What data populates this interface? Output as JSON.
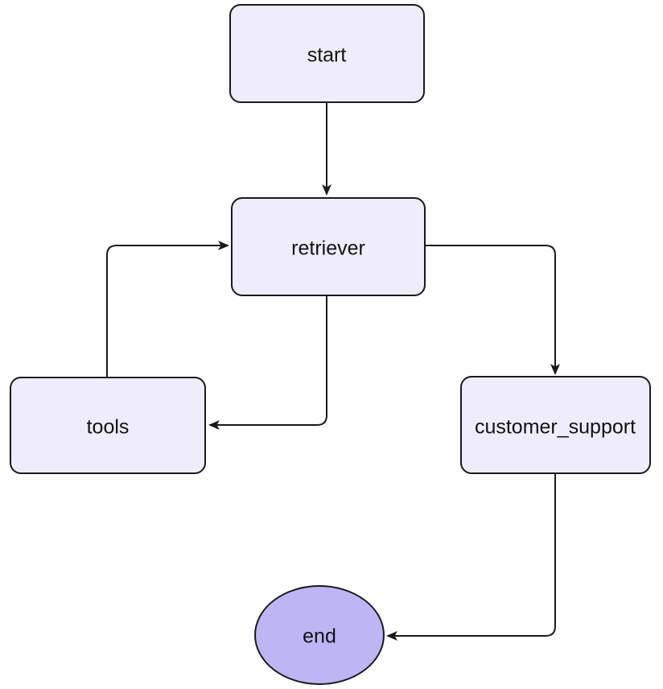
{
  "diagram": {
    "type": "flowchart",
    "background_color": "#ffffff",
    "edge_color": "#1a1a1a",
    "node_border_color": "#1a1a1a",
    "node_fill_color": "#efedfb",
    "end_node_fill_color": "#beb5f4",
    "text_color": "#121212",
    "nodes": [
      {
        "id": "start",
        "label": "start",
        "shape": "rounded-rect"
      },
      {
        "id": "retriever",
        "label": "retriever",
        "shape": "rounded-rect"
      },
      {
        "id": "tools",
        "label": "tools",
        "shape": "rounded-rect"
      },
      {
        "id": "customer_support",
        "label": "customer_support",
        "shape": "rounded-rect"
      },
      {
        "id": "end",
        "label": "end",
        "shape": "ellipse"
      }
    ],
    "edges": [
      {
        "from": "start",
        "to": "retriever"
      },
      {
        "from": "tools",
        "to": "retriever"
      },
      {
        "from": "retriever",
        "to": "customer_support"
      },
      {
        "from": "retriever",
        "to": "tools"
      },
      {
        "from": "customer_support",
        "to": "end"
      }
    ]
  }
}
